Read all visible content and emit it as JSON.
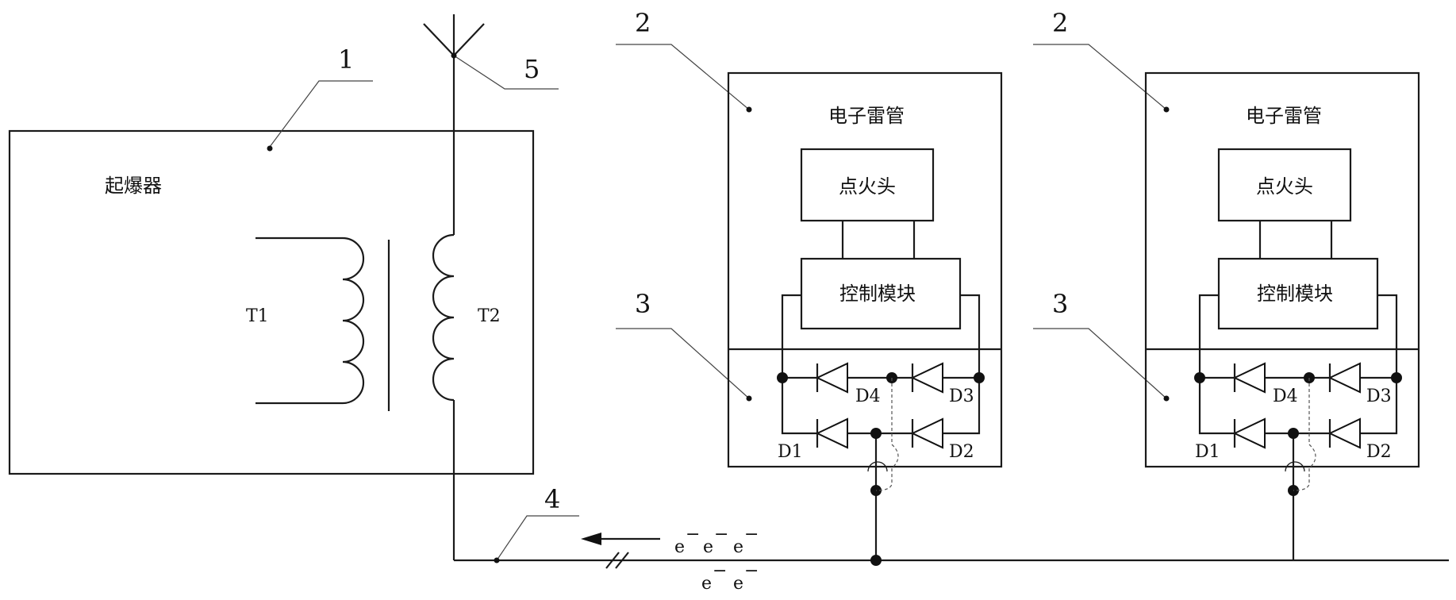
{
  "callouts": {
    "initiator": "1",
    "detonator": "2",
    "bridge": "3",
    "line": "4",
    "antenna": "5"
  },
  "initiator": {
    "title": "起爆器",
    "coil_primary": "T1",
    "coil_secondary": "T2"
  },
  "detonator": {
    "title": "电子雷管",
    "igniter": "点火头",
    "control": "控制模块"
  },
  "diodes": {
    "d1": "D1",
    "d2": "D2",
    "d3": "D3",
    "d4": "D4"
  },
  "electrons": {
    "e": "e",
    "sup": "−"
  }
}
